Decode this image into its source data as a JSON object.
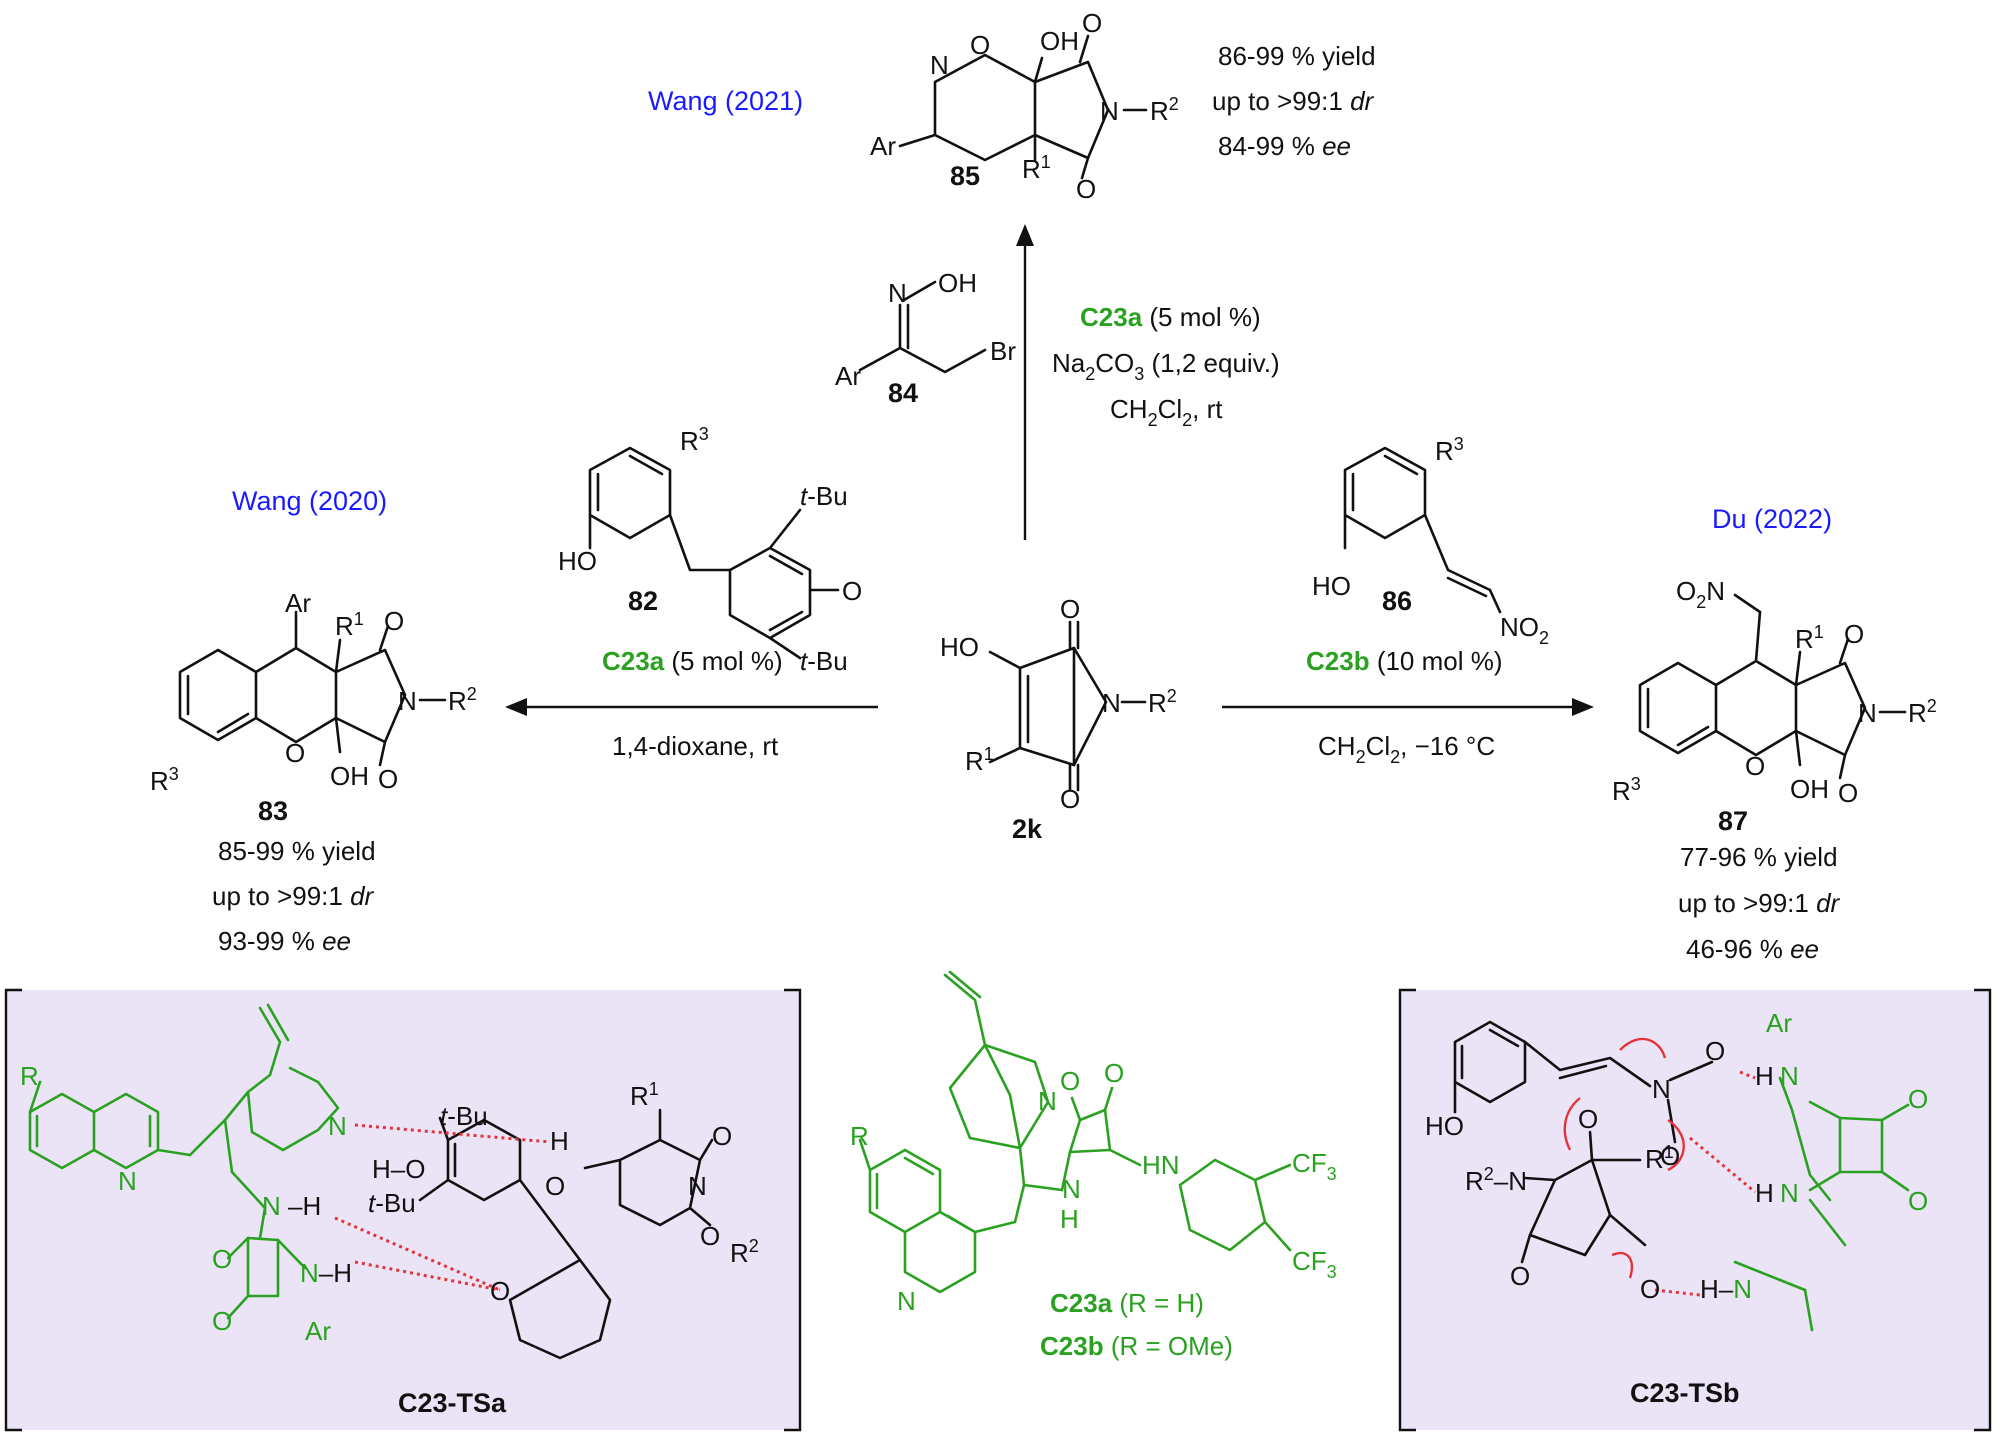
{
  "central": {
    "label": "2k",
    "ho": "HO",
    "r1": "R",
    "r1sup": "1",
    "n": "N",
    "r2": "R",
    "r2sup": "2",
    "o": "O"
  },
  "top": {
    "citation": "Wang (2021)",
    "product_label": "85",
    "results": [
      "86-99 % yield",
      "up to >99:1 ",
      "84-99 % "
    ],
    "dr": "dr",
    "ee": "ee",
    "reagent_label": "84",
    "cond_cat": "C23a",
    "cond_cat_amt": "(5 mol %)",
    "cond_base": "Na",
    "cond_base_rest": "CO",
    "cond_base_tail": " (1,2 equiv.)",
    "cond_solvent": "CH",
    "cond_solvent_rest": "Cl",
    "cond_solvent_tail": ", rt"
  },
  "left": {
    "citation": "Wang (2020)",
    "product_label": "83",
    "results": [
      "85-99 % yield",
      "up to >99:1 ",
      "93-99 % "
    ],
    "dr": "dr",
    "ee": "ee",
    "reagent_label": "82",
    "cond_cat": "C23a",
    "cond_cat_amt": "(5 mol %)",
    "cond_solvent": "1,4-dioxane, rt"
  },
  "right": {
    "citation": "Du (2022)",
    "product_label": "87",
    "results": [
      "77-96 % yield",
      "up to >99:1 ",
      "46-96 % "
    ],
    "dr": "dr",
    "ee": "ee",
    "reagent_label": "86",
    "cond_cat": "C23b",
    "cond_cat_amt": "(10 mol %)",
    "cond_solvent": "CH",
    "cond_solvent_rest": "Cl",
    "cond_solvent_tail": ", −16 °C"
  },
  "catalyst": {
    "a_label": "C23a",
    "a_desc": "(R = H)",
    "b_label": "C23b",
    "b_desc": "(R = OMe)",
    "cf3": "CF",
    "r": "R",
    "nh": "HN",
    "n": "N",
    "h": "H",
    "o": "O"
  },
  "ts_a": {
    "label": "C23-TSa",
    "tbu": "t",
    "tbu_rest": "-Bu"
  },
  "ts_b": {
    "label": "C23-TSb",
    "ar": "Ar"
  },
  "atoms": {
    "oh": "OH",
    "o": "O",
    "n": "N",
    "ar": "Ar",
    "br": "Br",
    "no2": "NO",
    "ho": "HO",
    "h": "H",
    "r": "R"
  },
  "colors": {
    "catalyst": "#2aa121",
    "citation": "#1a1aff",
    "hbond": "#e5333a",
    "ts_background": "#ebe4f7"
  }
}
